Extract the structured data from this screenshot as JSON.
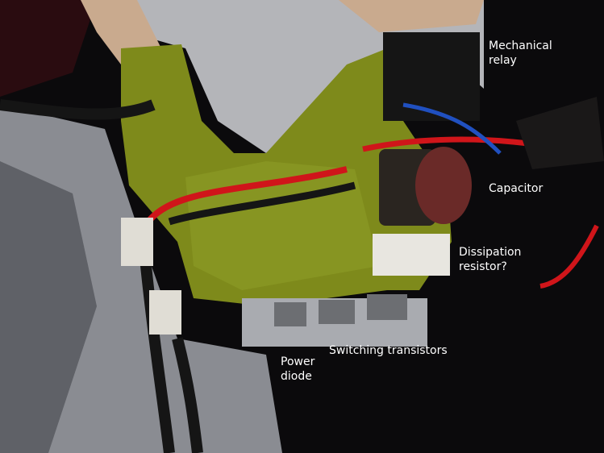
{
  "annotations": {
    "relay": "Mechanical\nrelay",
    "capacitor": "Capacitor",
    "resistor": "Dissipation\nresistor?",
    "transistors": "Switching transistors",
    "diode": "Power\ndiode"
  },
  "colors": {
    "background": "#0b0a0c",
    "housing": "#9a9ca2",
    "pcb": "#7f8a1c",
    "wire_red": "#d0151a",
    "wire_black": "#151515",
    "capacitor": "#6a2a28",
    "relay": "#141414",
    "label": "#ffffff"
  }
}
